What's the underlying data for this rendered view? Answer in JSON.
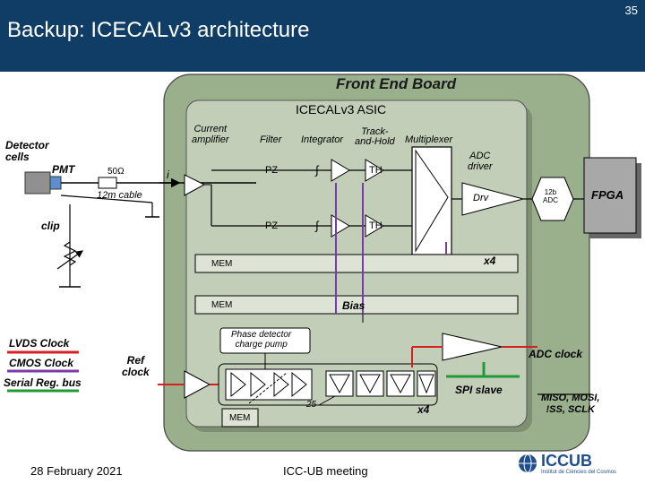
{
  "slide": {
    "number": "35",
    "title": "Backup: ICECALv3 architecture",
    "footer_date": "28 February 2021",
    "footer_event": "ICC-UB meeting",
    "logo": {
      "text": "ICCUB",
      "subtitle": "Institut de Ciències del Cosmos"
    }
  },
  "diagram": {
    "board_label": "Front End Board",
    "asic_label": "ICECALv3 ASIC",
    "detector_cells": "Detector\ncells",
    "pmt": "PMT",
    "resistor": "50Ω",
    "current": "i",
    "cable": "12m cable",
    "clip": "clip",
    "current_amplifier": "Current\namplifier",
    "filter": "Filter",
    "integrator": "Integrator",
    "track_and_hold": "Track-\nand-Hold",
    "multiplexer": "Multiplexer",
    "adc_driver": "ADC\ndriver",
    "pz_top": "PZ",
    "pz_bottom": "PZ",
    "integral_top": "∫",
    "integral_bottom": "∫",
    "th_top": "TH",
    "th_bottom": "TH",
    "drv": "Drv",
    "adc": "12b\nADC",
    "fpga": "FPGA",
    "x4_top": "x4",
    "mem_1": "MEM",
    "mem_2": "MEM",
    "mem_3": "MEM",
    "bias": "Bias",
    "phase_detector": "Phase detector\ncharge pump",
    "ref_clock": "Ref\nclock",
    "adc_clock": "ADC clock",
    "spi_slave": "SPI slave",
    "miso": "MISO, MOSI,\n!SS, SCLK",
    "count_25": "25",
    "x4_bottom": "x4",
    "legend": {
      "lvds": "LVDS Clock",
      "cmos": "CMOS Clock",
      "serial": "Serial Reg. bus"
    }
  },
  "colors": {
    "header": "#0f3d66",
    "board": "#9aaf8c",
    "asic": "#c2ceb8",
    "lvds": "#d62020",
    "cmos": "#7a3aa8",
    "serial": "#1f9a36"
  }
}
